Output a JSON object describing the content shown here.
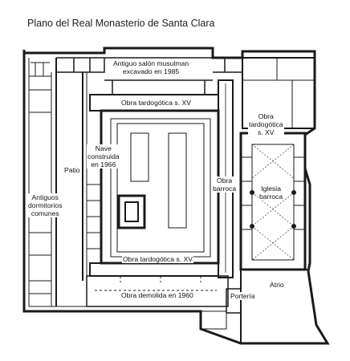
{
  "title": "Plano del Real Monasterio de Santa Clara",
  "labels": {
    "salon": "Antiguo salón musulman\nexcavado en 1985",
    "tardo_top": "Obra tardogótica s. XV",
    "tardo_right": "Obra\ntardogótica\ns. XV",
    "nave": "Nave\nconstruida\nen 1966",
    "patio": "Patio",
    "obra_barroca": "Obra\nbarroca",
    "iglesia": "Iglesia\nbarroca",
    "dormitorios": "Antiguos\ndormitorios\ncomunes",
    "tardo_bottom": "Obra tardogótica s. XV",
    "atrio": "Atrio",
    "porteria": "Portería",
    "demolida": "Obra demolida en 1960"
  },
  "colors": {
    "wall": "#1a1a1a",
    "background": "#ffffff"
  }
}
